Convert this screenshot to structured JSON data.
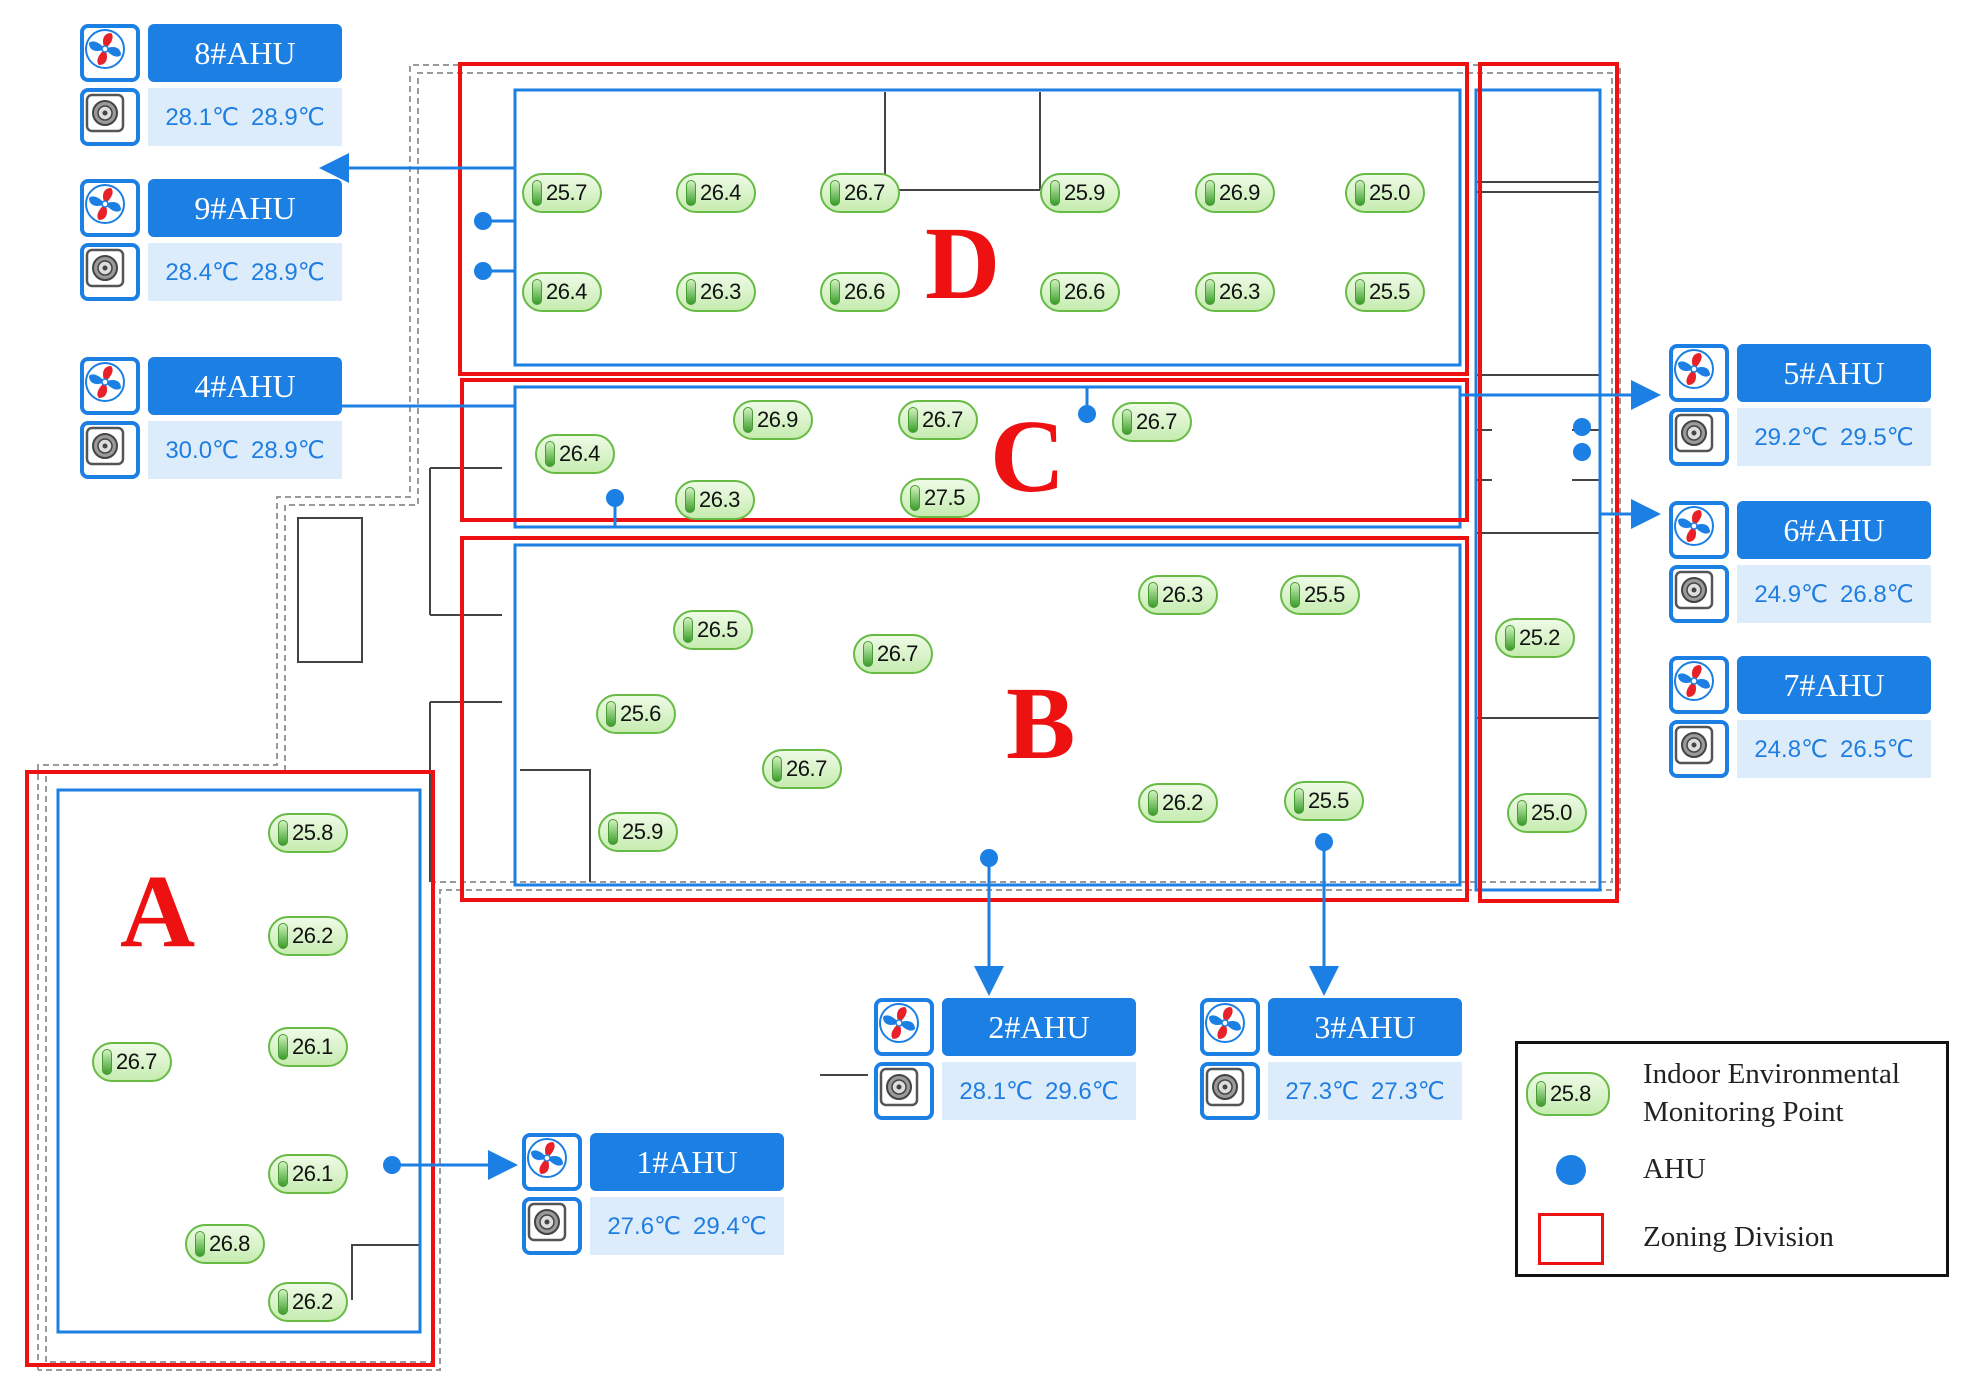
{
  "zones": [
    "A",
    "B",
    "C",
    "D"
  ],
  "points": {
    "D": [
      "25.7",
      "26.4",
      "26.7",
      "25.9",
      "26.9",
      "25.0",
      "26.4",
      "26.3",
      "26.6",
      "26.6",
      "26.3",
      "25.5"
    ],
    "C": [
      "26.4",
      "26.9",
      "26.7",
      "26.7",
      "26.3",
      "27.5"
    ],
    "B": [
      "26.5",
      "26.7",
      "26.3",
      "25.5",
      "25.6",
      "26.7",
      "25.9",
      "26.2",
      "25.5"
    ],
    "right": [
      "25.2",
      "25.0"
    ],
    "A": [
      "25.8",
      "26.2",
      "26.1",
      "26.7",
      "26.1",
      "26.8",
      "26.2"
    ]
  },
  "ahus": [
    {
      "name": "8#AHU",
      "t1": "28.1℃",
      "t2": "28.9℃"
    },
    {
      "name": "9#AHU",
      "t1": "28.4℃",
      "t2": "28.9℃"
    },
    {
      "name": "4#AHU",
      "t1": "30.0℃",
      "t2": "28.9℃"
    },
    {
      "name": "5#AHU",
      "t1": "29.2℃",
      "t2": "29.5℃"
    },
    {
      "name": "6#AHU",
      "t1": "24.9℃",
      "t2": "26.8℃"
    },
    {
      "name": "7#AHU",
      "t1": "24.8℃",
      "t2": "26.5℃"
    },
    {
      "name": "2#AHU",
      "t1": "28.1℃",
      "t2": "29.6℃"
    },
    {
      "name": "3#AHU",
      "t1": "27.3℃",
      "t2": "27.3℃"
    },
    {
      "name": "1#AHU",
      "t1": "27.6℃",
      "t2": "29.4℃"
    }
  ],
  "legend": {
    "sample_value": "25.8",
    "monitoring_line1": "Indoor Environmental",
    "monitoring_line2": "Monitoring Point",
    "ahu": "AHU",
    "zoning": "Zoning Division"
  },
  "colors": {
    "zone_border": "#ee1111",
    "room_border": "#1b7fe3",
    "ahu_blue": "#1b7fe3",
    "temp_panel_bg": "#dcecfa",
    "point_green": "#67bb45"
  },
  "icons": {
    "fan": "fan-icon",
    "filter": "filter-icon",
    "point": "thermometer-icon"
  }
}
